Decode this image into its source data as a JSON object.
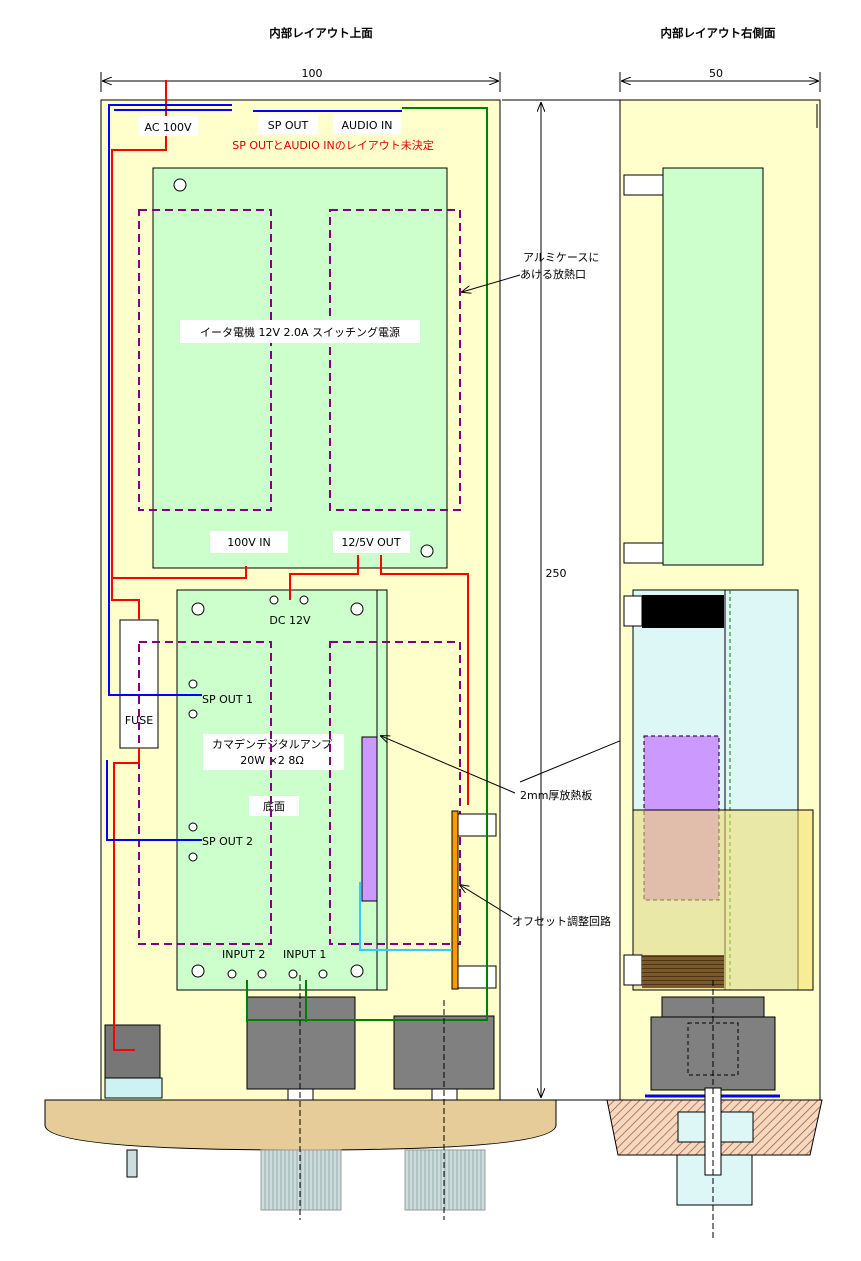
{
  "titles": {
    "top_view": "内部レイアウト上面",
    "side_view": "内部レイアウト右側面"
  },
  "dimensions": {
    "top_width": "100",
    "side_width": "50",
    "height": "250"
  },
  "labels": {
    "ac_100v": "AC 100V",
    "sp_out_header": "SP OUT",
    "audio_in_header": "AUDIO IN",
    "layout_note": "SP OUTとAUDIO INのレイアウト未決定",
    "vent_note_line1": "アルミケースに",
    "vent_note_line2": "あける放熱口",
    "psu_name": "イータ電機 12V 2.0A スイッチング電源",
    "psu_100v_in": "100V IN",
    "psu_out": "12/5V OUT",
    "amp_dc": "DC 12V",
    "fuse": "FUSE",
    "amp_sp_out1": "SP OUT 1",
    "amp_sp_out2": "SP OUT 2",
    "amp_name_line1": "カマデンデジタルアンプ",
    "amp_name_line2": "20W ×2 8Ω",
    "amp_bottom": "底面",
    "heat_plate": "2mm厚放熱板",
    "offset_circuit": "オフセット調整回路",
    "input2": "INPUT 2",
    "input1": "INPUT 1"
  },
  "colors": {
    "case_fill": "#ffffcc",
    "board_fill": "#ccffcc",
    "red_wire": "#ff0000",
    "blue_wire": "#0000ff",
    "green_wire": "#008000",
    "purple_dash": "#800080",
    "front_panel_wood": "#e6cc99",
    "knob": "#ccdddd",
    "heatsink_plate": "#cc99ff",
    "note_red": "#e00000"
  }
}
